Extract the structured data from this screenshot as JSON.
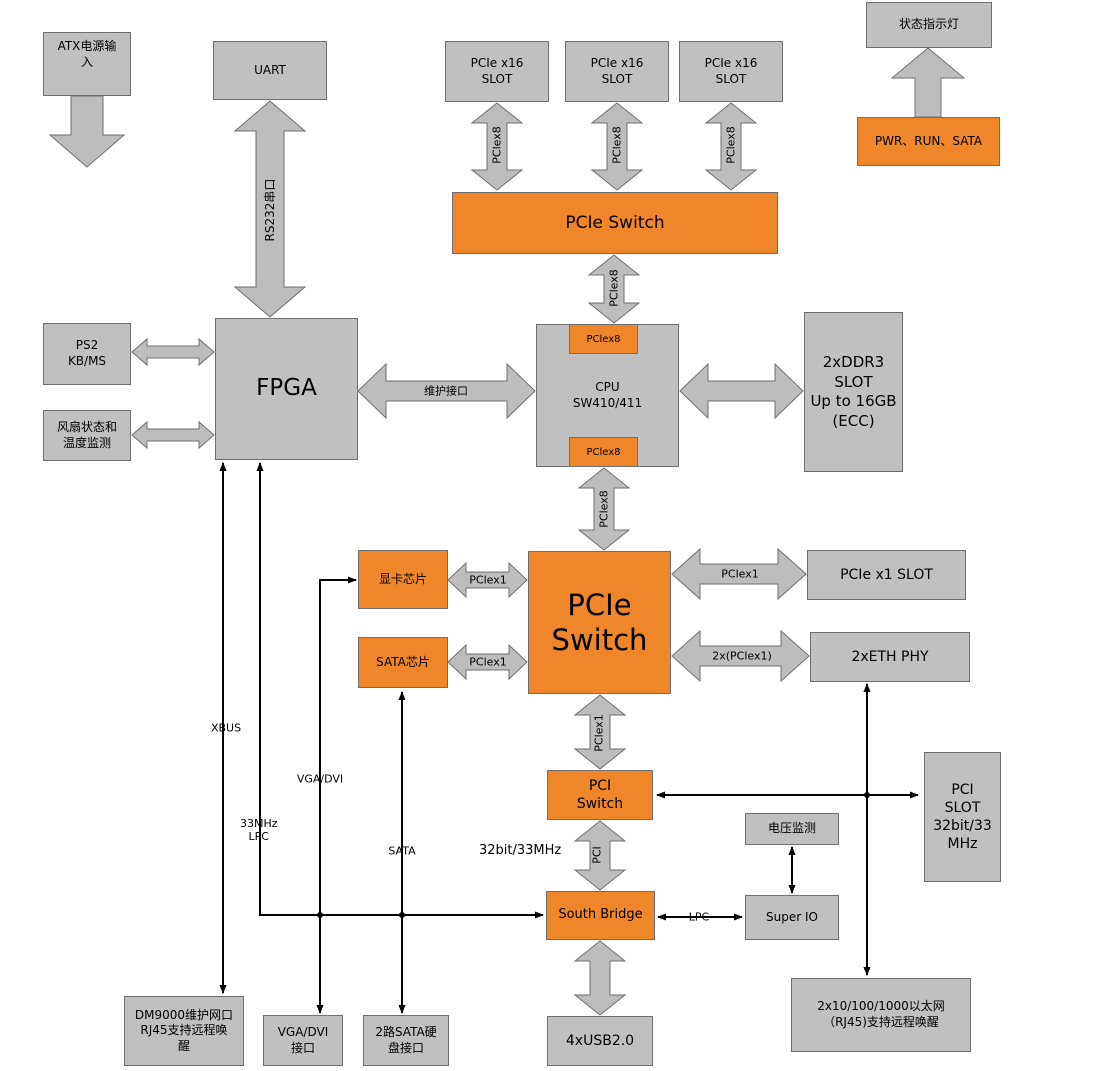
{
  "colors": {
    "box_gray": "#c0c0c0",
    "box_orange": "#f0862a",
    "arrow_gray": "#bdbdbd",
    "line": "#000000"
  },
  "blocks": {
    "atx_power": "ATX电源输\n入",
    "uart": "UART",
    "pcie_slot_1": "PCIe x16\nSLOT",
    "pcie_slot_2": "PCIe x16\nSLOT",
    "pcie_slot_3": "PCIe x16\nSLOT",
    "status_led": "状态指示灯",
    "led_signals": "PWR、RUN、SATA",
    "pcie_switch_top": "PCIe Switch",
    "ps2": "PS2\nKB/MS",
    "fan_temp": "风扇状态和\n温度监测",
    "fpga": "FPGA",
    "cpu": "CPU\nSW410/411",
    "cpu_pcie_top": "PClex8",
    "cpu_pcie_bottom": "PClex8",
    "ddr3": "2xDDR3\nSLOT\nUp to 16GB\n(ECC)",
    "gpu_chip": "显卡芯片",
    "sata_chip": "SATA芯片",
    "pcie_switch_main": "PCIe\nSwitch",
    "pcie_x1_slot": "PCIe x1 SLOT",
    "eth_phy": "2xETH PHY",
    "pci_switch": "PCI\nSwitch",
    "pci_slot": "PCI\nSLOT\n32bit/33\nMHz",
    "voltage_monitor": "电压监测",
    "south_bridge": "South Bridge",
    "super_io": "Super IO",
    "dm9000": "DM9000维护网口\nRJ45支持远程唤\n醒",
    "vga_dvi_port": "VGA/DVI\n接口",
    "sata_port": "2路SATA硬\n盘接口",
    "usb": "4xUSB2.0",
    "ethernet_ports": "2x10/100/1000以太网\n（RJ45)支持远程唤醒"
  },
  "links": {
    "rs232": "RS232串口",
    "pcie_slot_link_1": "PClex8",
    "pcie_slot_link_2": "PClex8",
    "pcie_slot_link_3": "PClex8",
    "switch_to_cpu": "PClex8",
    "cpu_to_switch": "PClex8",
    "maintenance_interface": "维护接口",
    "gpu_link": "PClex1",
    "sata_link": "PClex1",
    "x1_slot_link": "PClex1",
    "eth_link": "2x(PClex1)",
    "switch_to_pci": "PClex1",
    "pci_bus": "PCI",
    "pci_speed": "32bit/33MHz",
    "lpc": "LPC",
    "xbus": "XBUS",
    "lpc_33mhz": "33MHz\nLPC",
    "vga_dvi": "VGA/DVI",
    "sata": "SATA"
  }
}
